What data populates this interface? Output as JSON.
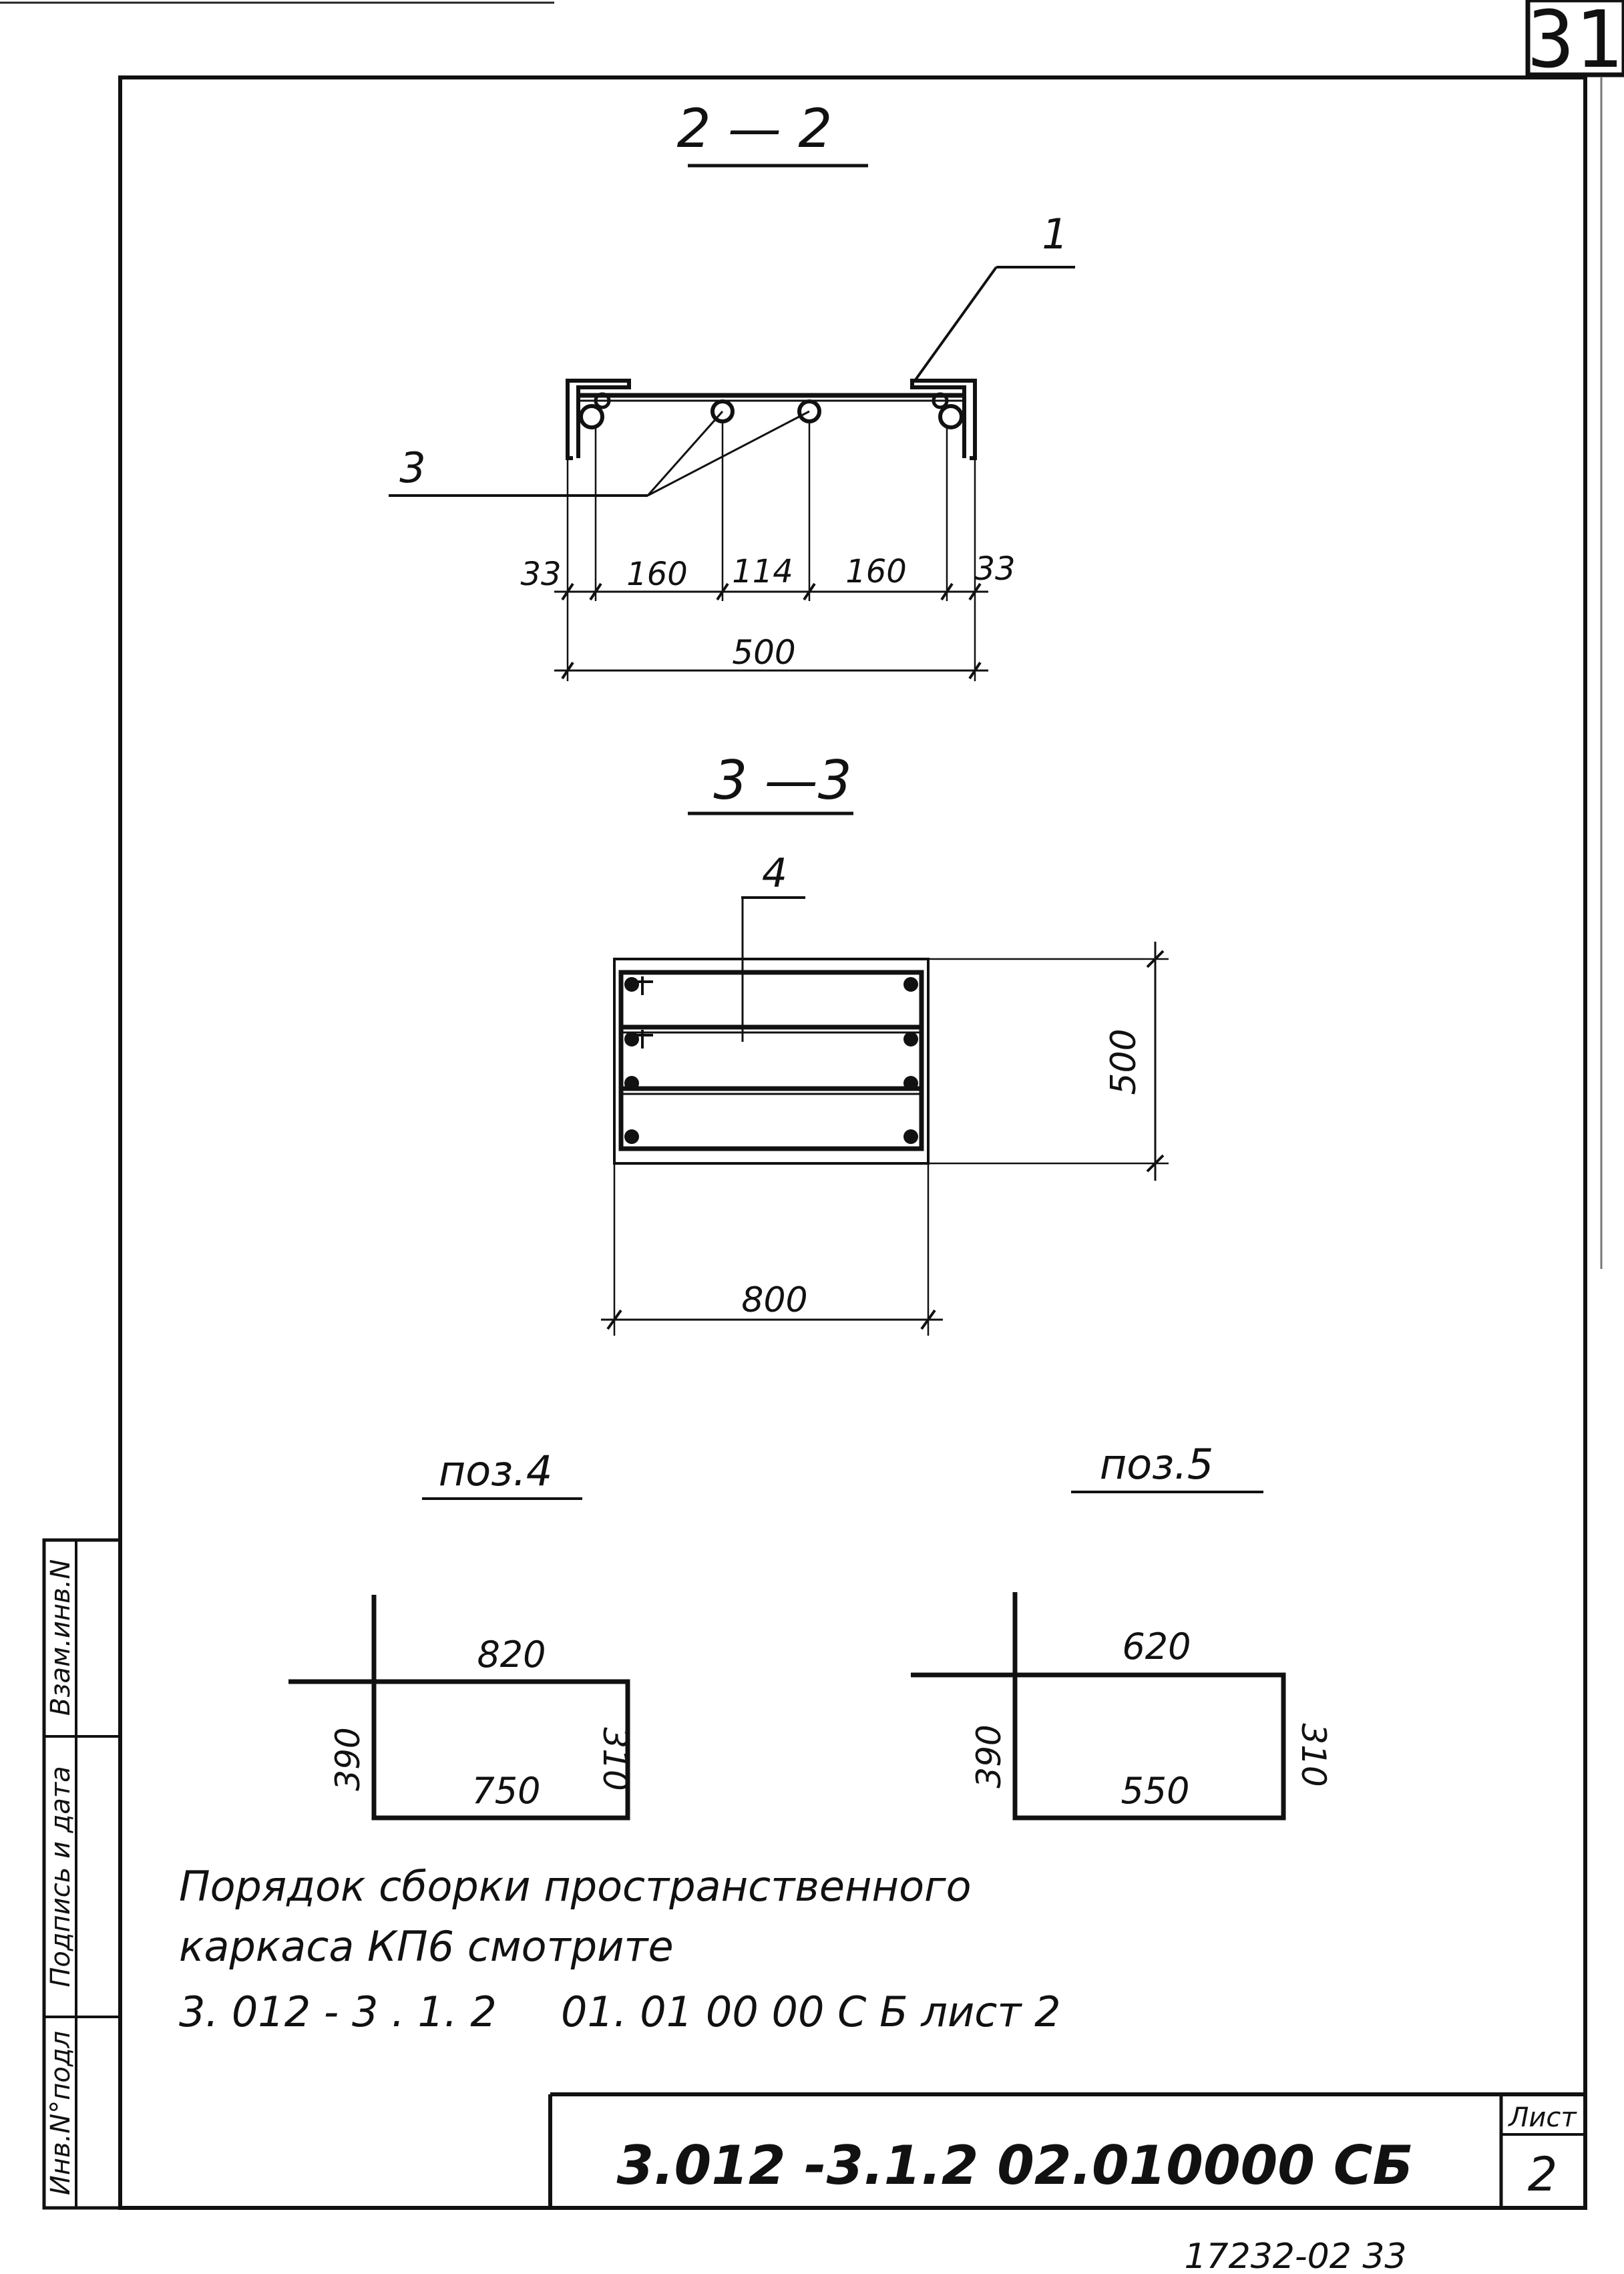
{
  "sheet": {
    "corner_number": "31",
    "footer_note": "17232-02   33"
  },
  "sections": {
    "s22": {
      "title": "2 — 2",
      "callout_1": "1",
      "callout_3": "3",
      "dims": [
        "33",
        "160",
        "114",
        "160",
        "33"
      ],
      "total": "500"
    },
    "s33": {
      "title": "3 —3",
      "callout_4": "4",
      "height": "500",
      "width": "800"
    }
  },
  "positions": {
    "pos4": {
      "label": "поз.4",
      "top": "820",
      "bottom": "750",
      "left": "390",
      "right": "310"
    },
    "pos5": {
      "label": "поз.5",
      "top": "620",
      "bottom": "550",
      "left": "390",
      "right": "310"
    }
  },
  "note": {
    "line1": "Порядок  сборки  пространственного",
    "line2": "каркаса  КП6  смотрите",
    "line3a": "3. 012 - 3 . 1. 2",
    "line3b": "01. 01 00 00  С Б   лист 2"
  },
  "side_stamp": {
    "cell1": "Взам.инв.N",
    "cell2": "Подпись и дата",
    "cell3": "Инв.N°подл"
  },
  "title_block": {
    "code": "3.012 -3.1.2   02.010000 СБ",
    "sheet_label": "Лист",
    "sheet_no": "2"
  }
}
